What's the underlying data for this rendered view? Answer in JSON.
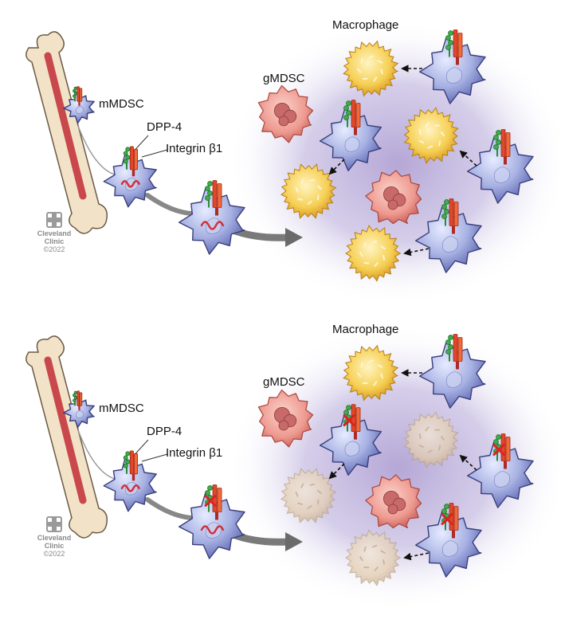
{
  "panels": [
    {
      "labels": {
        "macrophage": "Macrophage",
        "gmdsc": "gMDSC",
        "mmdsc": "mMDSC",
        "dpp4": "DPP-4",
        "integrin": "Integrin β1"
      },
      "logo": {
        "line1": "Cleveland",
        "line2": "Clinic",
        "copyright": "©2022"
      },
      "state": "normal"
    },
    {
      "labels": {
        "macrophage": "Macrophage",
        "gmdsc": "gMDSC",
        "mmdsc": "mMDSC",
        "dpp4": "DPP-4",
        "integrin": "Integrin β1"
      },
      "logo": {
        "line1": "Cleveland",
        "line2": "Clinic",
        "copyright": "©2022"
      },
      "state": "inhibited"
    }
  ],
  "colors": {
    "bone": "#f2e2c8",
    "marrow": "#c8484c",
    "mdsc": "#9fa8dc",
    "macrophage": "#f3c844",
    "macrophage_faded": "#e8d2b8",
    "gmdsc": "#ee9a90",
    "integrin": "#e0482c",
    "dpp4": "#3cae48",
    "block_x": "#e02020",
    "tumor_haze": "#b7a8d6"
  }
}
